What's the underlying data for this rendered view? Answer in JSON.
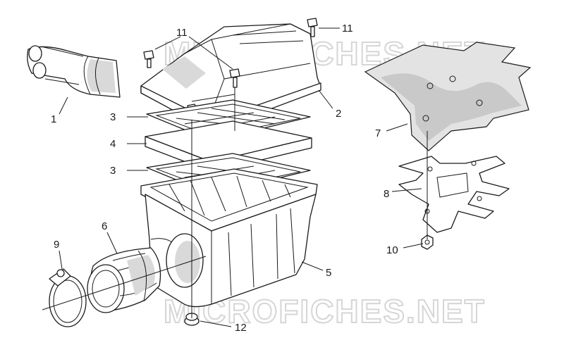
{
  "watermark": {
    "top": "MICROFICHES.NET",
    "bottom": "MICROFICHES.NET"
  },
  "callouts": [
    {
      "id": "callout-1",
      "text": "1"
    },
    {
      "id": "callout-2",
      "text": "2"
    },
    {
      "id": "callout-3a",
      "text": "3"
    },
    {
      "id": "callout-3b",
      "text": "3"
    },
    {
      "id": "callout-4",
      "text": "4"
    },
    {
      "id": "callout-5",
      "text": "5"
    },
    {
      "id": "callout-6",
      "text": "6"
    },
    {
      "id": "callout-7",
      "text": "7"
    },
    {
      "id": "callout-8",
      "text": "8"
    },
    {
      "id": "callout-9",
      "text": "9"
    },
    {
      "id": "callout-10",
      "text": "10"
    },
    {
      "id": "callout-11a",
      "text": "11"
    },
    {
      "id": "callout-11b",
      "text": "11"
    },
    {
      "id": "callout-12",
      "text": "12"
    }
  ],
  "colors": {
    "line": "#1a1a1a",
    "shade": "#d9d9d9",
    "watermark": "#d6d6d6",
    "background": "#ffffff"
  }
}
